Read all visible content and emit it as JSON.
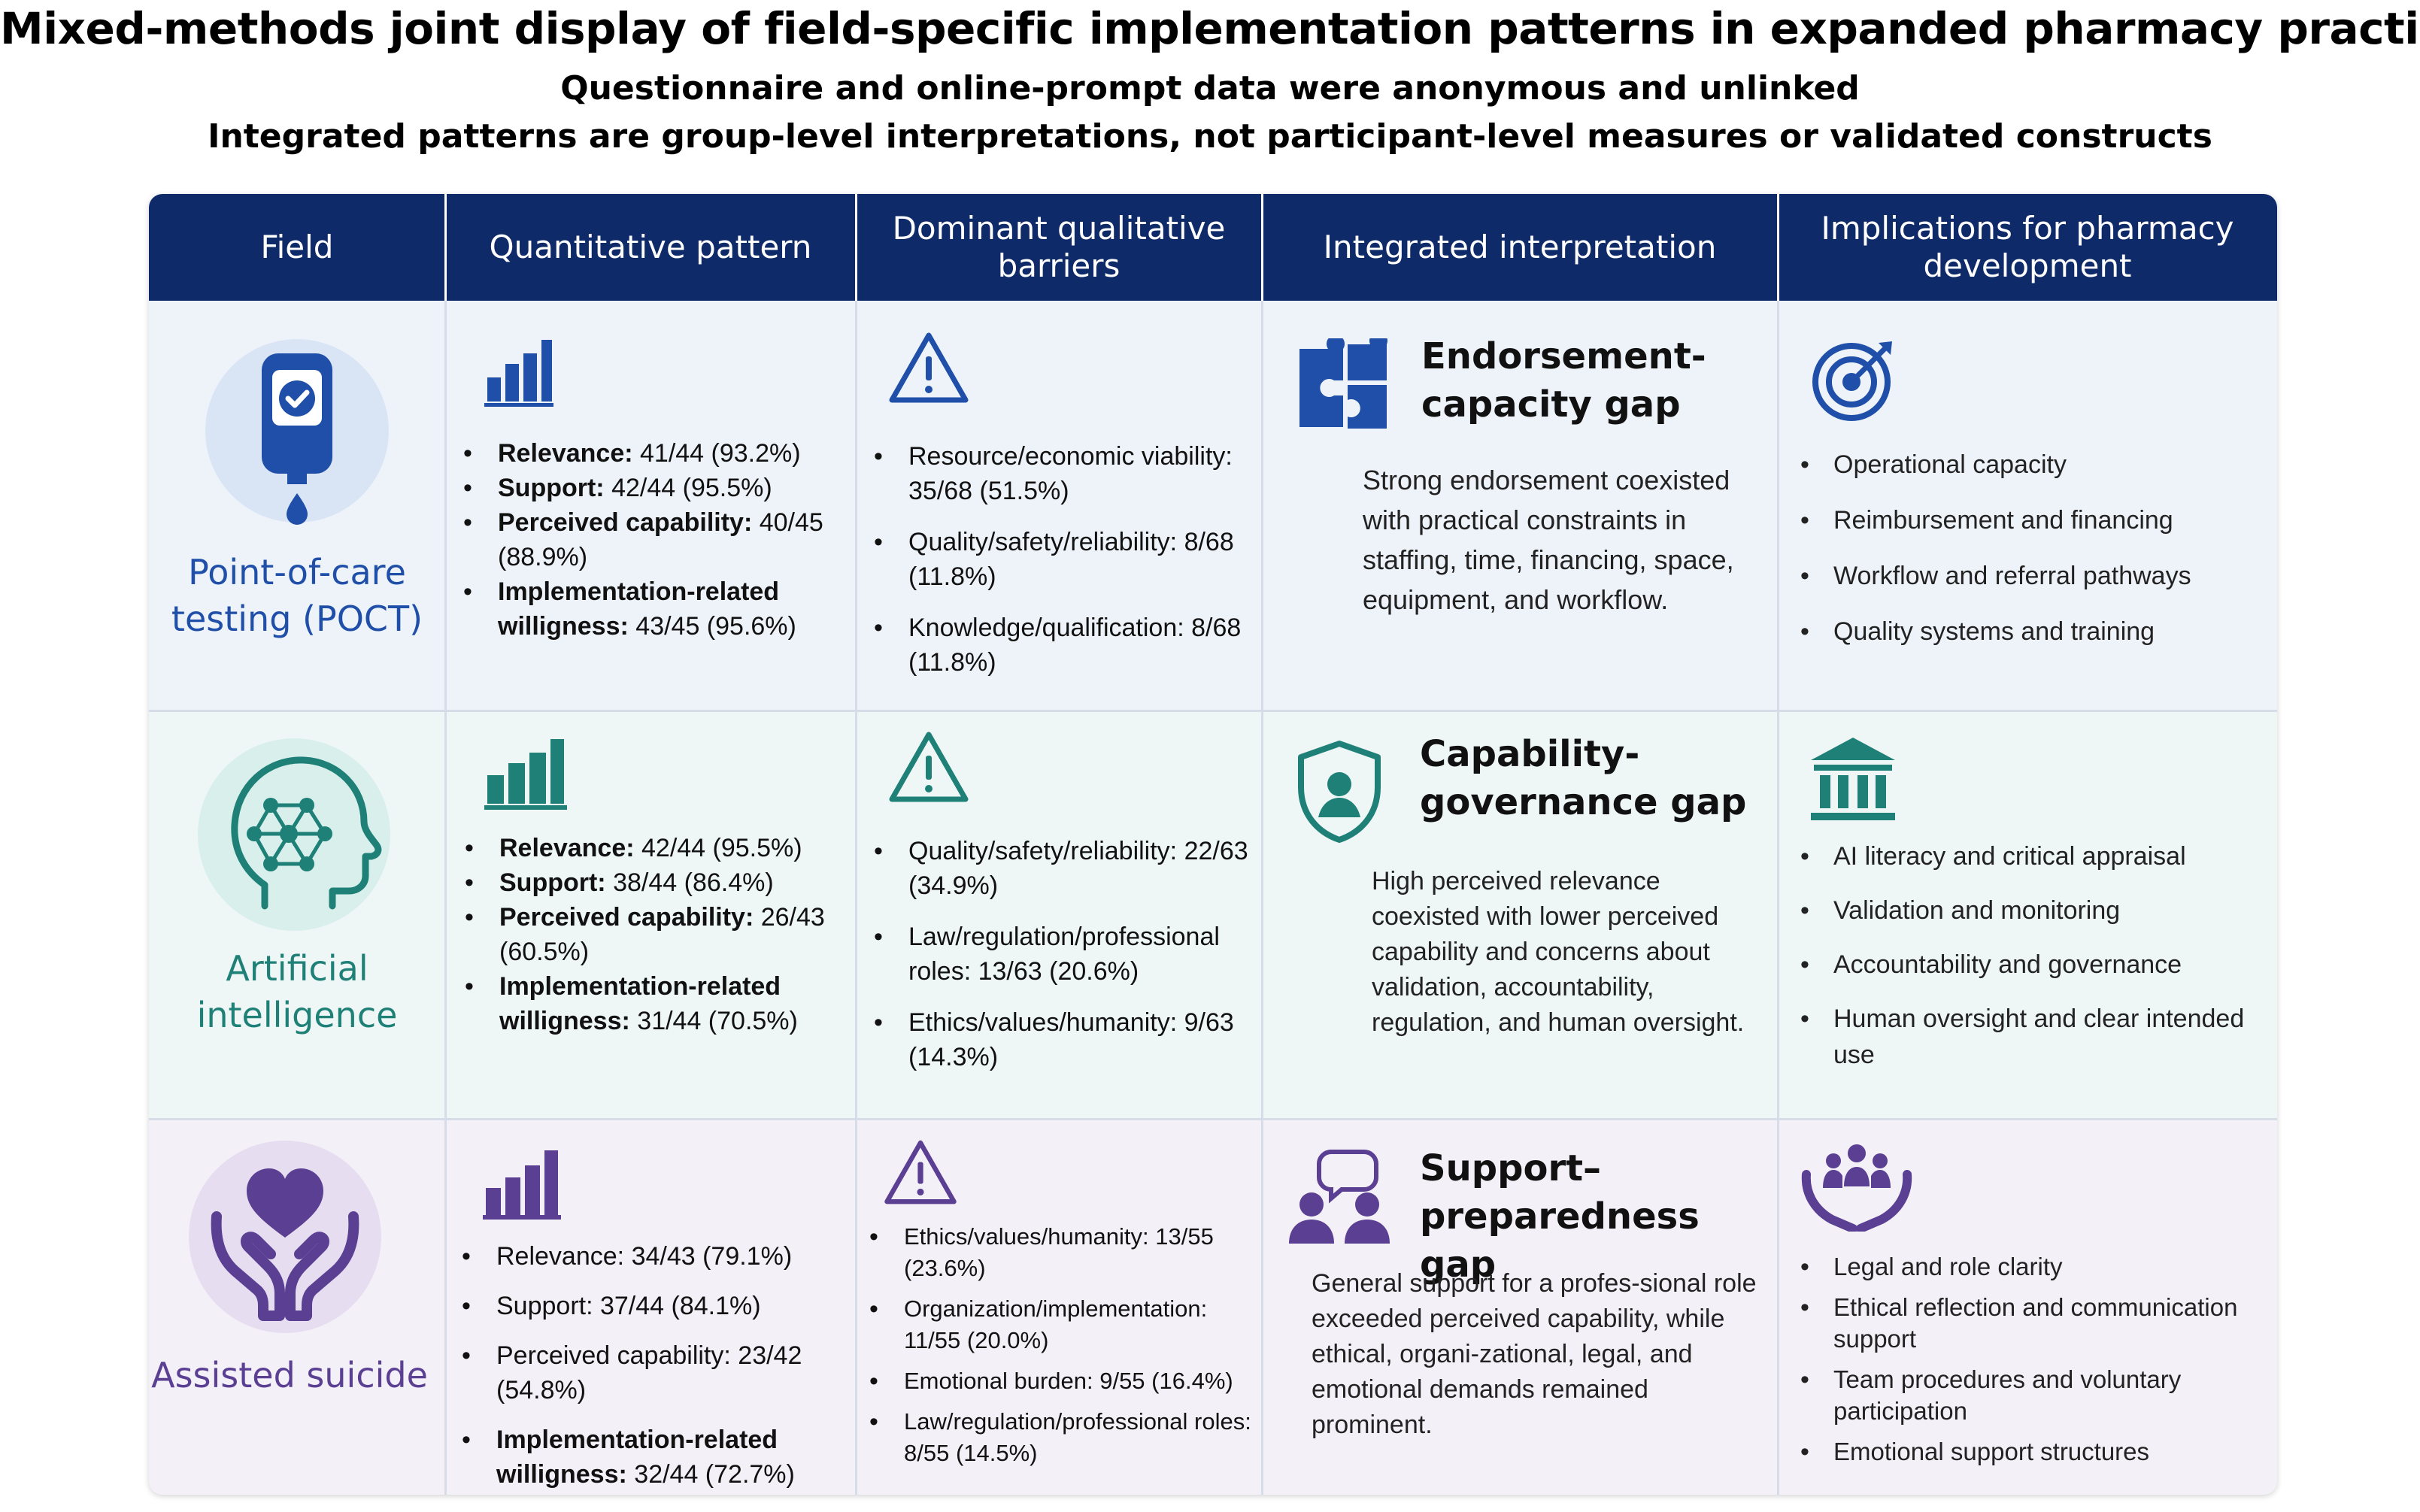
{
  "title": "Mixed-methods joint display of field-specific implementation patterns in expanded pharmacy practice",
  "subtitle_1": "Questionnaire and online-prompt data were anonymous and unlinked",
  "subtitle_2": "Integrated patterns are group-level interpretations, not participant-level measures or validated constructs",
  "colors": {
    "header_navy": "#0f2a68",
    "poct_blue": "#1f4fa8",
    "ai_teal": "#1e8077",
    "suicide_purple": "#5a3f93"
  },
  "headers": [
    "Field",
    "Quantitative pattern",
    "Dominant qualitative barriers",
    "Integrated interpretation",
    "Implications for pharmacy development"
  ],
  "rows": [
    {
      "field": "Point-of-care testing (POCT)",
      "field_icon": "glucometer-icon",
      "quant_icon": "bar-chart-icon",
      "quant": [
        {
          "label": "Relevance:",
          "value": "41/44 (93.2%)"
        },
        {
          "label": "Support:",
          "value": "42/44 (95.5%)"
        },
        {
          "label": "Perceived capability:",
          "value": "40/45 (88.9%)"
        },
        {
          "label": "Implementation-related willigness:",
          "value": "43/45 (95.6%)"
        }
      ],
      "barrier_icon": "warning-icon",
      "barriers": [
        "Resource/economic viability: 35/68 (51.5%)",
        "Quality/safety/reliability: 8/68 (11.8%)",
        "Knowledge/qualification: 8/68 (11.8%)"
      ],
      "gap_icon": "puzzle-icon",
      "gap_title": "Endorsement-capacity gap",
      "interpretation": "Strong endorsement coexisted with practical constraints in staffing, time, financing, space, equipment, and workflow.",
      "impl_icon": "target-icon",
      "implications": [
        "Operational capacity",
        "Reimbursement and financing",
        "Workflow and referral pathways",
        "Quality systems and training"
      ]
    },
    {
      "field": "Artificial intelligence",
      "field_icon": "ai-head-icon",
      "quant_icon": "bar-chart-icon",
      "quant": [
        {
          "label": "Relevance:",
          "value": "42/44 (95.5%)"
        },
        {
          "label": "Support:",
          "value": "38/44 (86.4%)"
        },
        {
          "label": "Perceived capability:",
          "value": "26/43 (60.5%)"
        },
        {
          "label": "Implementation-related willigness:",
          "value": "31/44 (70.5%)"
        }
      ],
      "barrier_icon": "warning-icon",
      "barriers": [
        "Quality/safety/reliability: 22/63 (34.9%)",
        "Law/regulation/professional roles: 13/63 (20.6%)",
        "Ethics/values/humanity: 9/63 (14.3%)"
      ],
      "gap_icon": "shield-person-icon",
      "gap_title": "Capability-governance gap",
      "interpretation": "High perceived relevance coexisted with lower perceived capability and concerns about validation, accountability, regulation, and human oversight.",
      "impl_icon": "institution-icon",
      "implications": [
        "AI literacy and critical appraisal",
        "Validation and monitoring",
        "Accountability and governance",
        "Human oversight and clear intended use"
      ]
    },
    {
      "field": "Assisted suicide",
      "field_icon": "heart-hands-icon",
      "quant_icon": "bar-chart-icon",
      "quant": [
        {
          "label": "Relevance:",
          "value": "34/43 (79.1%)"
        },
        {
          "label": "Support:",
          "value": "37/44 (84.1%)"
        },
        {
          "label": "Perceived capability:",
          "value": "23/42 (54.8%)"
        },
        {
          "label": "Implementation-related willigness:",
          "value": "32/44 (72.7%)"
        }
      ],
      "barrier_icon": "warning-icon",
      "barriers": [
        "Ethics/values/humanity: 13/55 (23.6%)",
        "Organization/implementation: 11/55 (20.0%)",
        "Emotional burden: 9/55 (16.4%)",
        "Law/regulation/professional roles: 8/55 (14.5%)"
      ],
      "gap_icon": "people-chat-icon",
      "gap_title": "Support–preparedness gap",
      "interpretation": "General support for a profes-sional role exceeded perceived capability, while ethical, organi-zational, legal, and emotional demands remained prominent.",
      "impl_icon": "group-hands-icon",
      "implications": [
        "Legal and role clarity",
        "Ethical reflection and communication support",
        "Team procedures and voluntary participation",
        "Emotional support structures"
      ]
    }
  ]
}
